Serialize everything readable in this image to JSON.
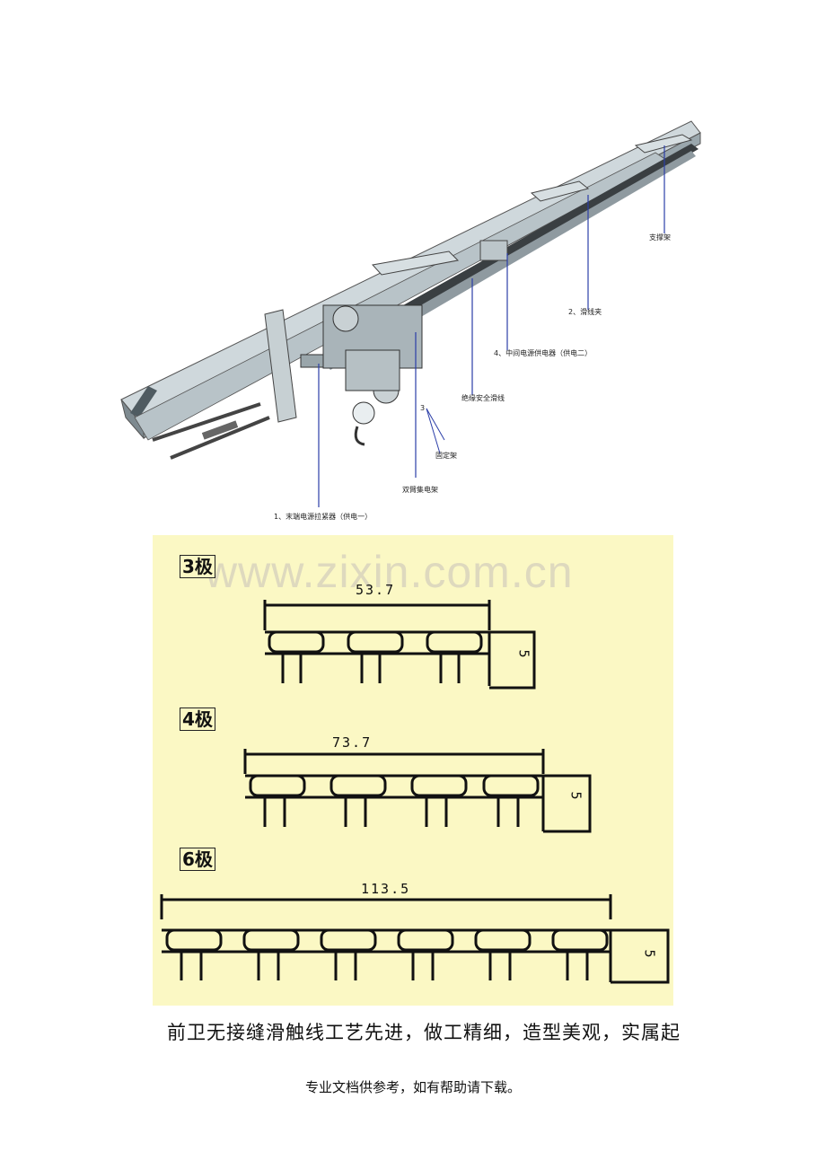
{
  "illustration": {
    "callouts": {
      "support": "支撑架",
      "clamp": "2、滑线夹",
      "mid_feeder": "4、中间电源供电器（供电二）",
      "insulated_line": "绝缘安全滑线",
      "three": "3",
      "fixing_frame": "固定架",
      "double_arm": "双臂集电架",
      "end_feeder": "1、末端电源拉紧器（供电一）"
    }
  },
  "profiles": {
    "watermark": "www.zixin.com.cn",
    "items": [
      {
        "label": "3极",
        "width": "53.7",
        "height": "5",
        "poles": 3
      },
      {
        "label": "4极",
        "width": "73.7",
        "height": "5",
        "poles": 4
      },
      {
        "label": "6极",
        "width": "113.5",
        "height": "5",
        "poles": 6
      }
    ]
  },
  "body_text": "前卫无接缝滑触线工艺先进，做工精细，造型美观，实属起",
  "footer": "专业文档供参考，如有帮助请下载。"
}
